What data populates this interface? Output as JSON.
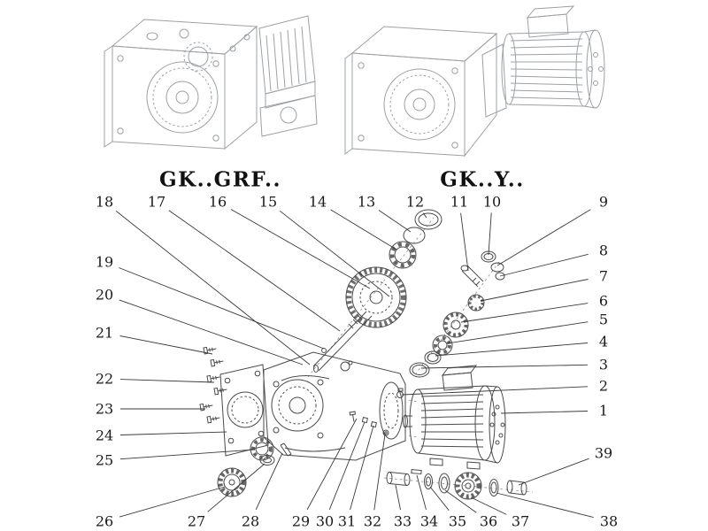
{
  "figures": {
    "left": {
      "title": "GK..GRF.."
    },
    "right": {
      "title": "GK..Y.."
    }
  },
  "callouts": {
    "top_row": [
      "18",
      "17",
      "16",
      "15",
      "14",
      "13",
      "12",
      "11",
      "10",
      "9"
    ],
    "right_column": [
      "8",
      "7",
      "6",
      "5",
      "4",
      "3",
      "2",
      "1",
      "39"
    ],
    "left_column": [
      "19",
      "20",
      "21",
      "22",
      "23",
      "24",
      "25"
    ],
    "bottom_row": [
      "26",
      "27",
      "28",
      "29",
      "30",
      "31",
      "32",
      "33",
      "34",
      "35",
      "36",
      "37",
      "38"
    ]
  },
  "colors": {
    "assembled_line_art": "#9ba1a8",
    "exploded_line_art": "#4a4a4a",
    "leader_line": "#3a3a3a",
    "text": "#1a1a1a",
    "background": "#ffffff"
  }
}
